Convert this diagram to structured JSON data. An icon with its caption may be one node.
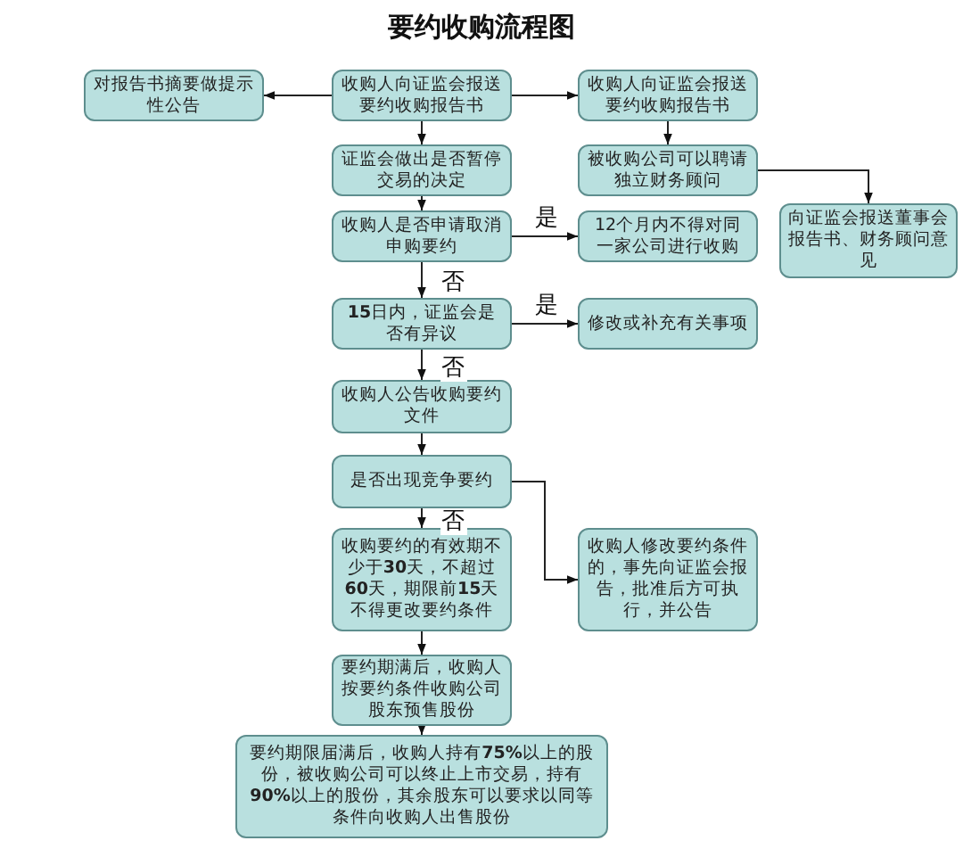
{
  "diagram": {
    "title": "要约收购流程图",
    "nodes": [
      {
        "text": [
          "对报告书摘要做提示性公告"
        ]
      },
      {
        "text": [
          "收购人向证监会报送要约收购报告书"
        ]
      },
      {
        "text": [
          "收购人向证监会报送要约收购报告书"
        ]
      },
      {
        "text": [
          "证监会做出是否暂停交易的决定"
        ]
      },
      {
        "text": [
          "被收购公司可以聘请独立财务顾问"
        ]
      },
      {
        "text": [
          "向证监会报送董事会报告书、财务顾问意见"
        ]
      },
      {
        "text": [
          "收购人是否申请取消申购要约"
        ]
      },
      {
        "text": [
          "12个月内不得对同一家公司进行收购"
        ]
      },
      {
        "text": [
          "**15**日内，证监会是否有异议"
        ]
      },
      {
        "text": [
          "修改或补充有关事项"
        ]
      },
      {
        "text": [
          "收购人公告收购要约文件"
        ]
      },
      {
        "text": [
          "是否出现竞争要约"
        ]
      },
      {
        "text": [
          "收购要约的有效期不少于**30**天，不超过**60**天，期限前**15**天不得更改要约条件"
        ]
      },
      {
        "text": [
          "收购人修改要约条件的，事先向证监会报告，批准后方可执行，并公告"
        ]
      },
      {
        "text": [
          "要约期满后，收购人按要约条件收购公司股东预售股份"
        ]
      },
      {
        "text": [
          "要约期限届满后，收购人持有**75%**以上的股份，被收购公司可以终止上市交易，持有**90%**以上的股份，其余股东可以要求以同等条件向收购人出售股份"
        ]
      }
    ],
    "edges": [
      {
        "from": 1,
        "to": 0,
        "arrow": "to"
      },
      {
        "from": 1,
        "to": 2,
        "arrow": "to"
      },
      {
        "from": 1,
        "to": 3,
        "arrow": "to"
      },
      {
        "from": 2,
        "to": 4,
        "arrow": "to"
      },
      {
        "from": 4,
        "to": 5,
        "arrow": "to"
      },
      {
        "from": 3,
        "to": 6,
        "arrow": "to"
      },
      {
        "from": 6,
        "to": 7,
        "arrow": "to",
        "label": "是"
      },
      {
        "from": 6,
        "to": 8,
        "arrow": "to",
        "label": "否"
      },
      {
        "from": 8,
        "to": 9,
        "arrow": "to",
        "label": "是"
      },
      {
        "from": 8,
        "to": 10,
        "arrow": "to",
        "label": "否"
      },
      {
        "from": 10,
        "to": 11,
        "arrow": "to"
      },
      {
        "from": 11,
        "to": 12,
        "arrow": "to",
        "label": "否"
      },
      {
        "from": 11,
        "to": 13,
        "arrow": "to"
      },
      {
        "from": 12,
        "to": 14,
        "arrow": "to"
      },
      {
        "from": 14,
        "to": 15,
        "arrow": "to"
      }
    ]
  }
}
